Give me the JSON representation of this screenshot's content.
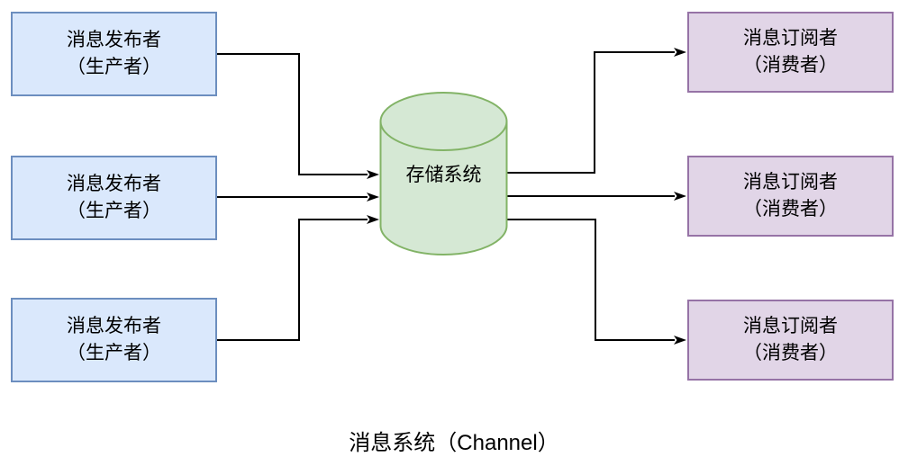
{
  "diagram": {
    "caption": "消息系统（Channel）",
    "publishers": [
      {
        "name": "消息发布者",
        "role": "（生产者）"
      },
      {
        "name": "消息发布者",
        "role": "（生产者）"
      },
      {
        "name": "消息发布者",
        "role": "（生产者）"
      }
    ],
    "storage": {
      "label": "存储系统"
    },
    "subscribers": [
      {
        "name": "消息订阅者",
        "role": "（消费者）"
      },
      {
        "name": "消息订阅者",
        "role": "（消费者）"
      },
      {
        "name": "消息订阅者",
        "role": "（消费者）"
      }
    ],
    "colors": {
      "publisher_fill": "#dae8fc",
      "publisher_border": "#6c8ebf",
      "storage_fill": "#d5e8d4",
      "storage_border": "#82b366",
      "subscriber_fill": "#e1d5e7",
      "subscriber_border": "#9673a6",
      "connector": "#000000",
      "text": "#000000",
      "background": "#ffffff"
    }
  }
}
